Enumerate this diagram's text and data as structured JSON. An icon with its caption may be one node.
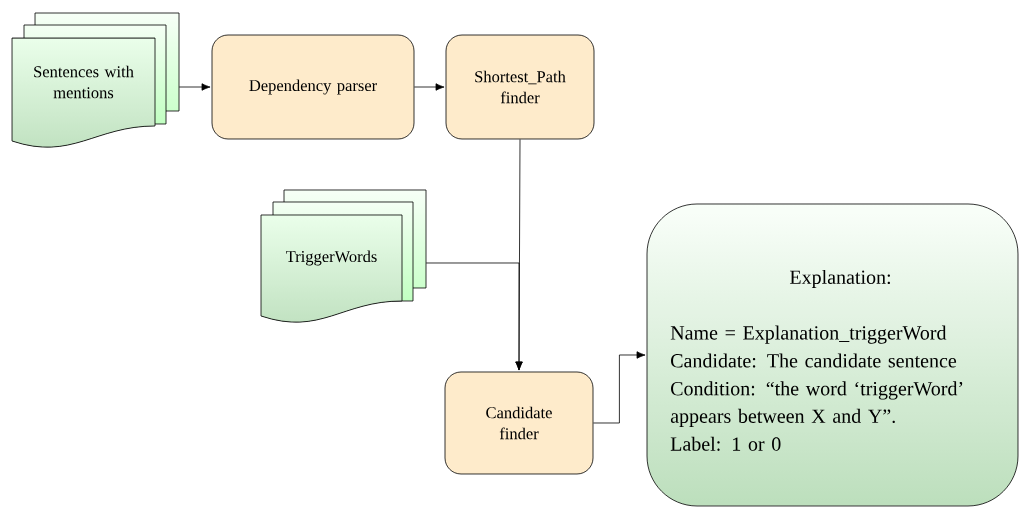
{
  "diagram": {
    "nodes": [
      {
        "text": [
          "Sentences with mentions"
        ]
      },
      {
        "text": [
          "Dependency parser"
        ]
      },
      {
        "text": [
          "Shortest_Path finder"
        ]
      },
      {
        "text": [
          "TriggerWords"
        ]
      },
      {
        "text": [
          "Candidate finder"
        ]
      },
      {
        "text": [
          "Explanation:",
          "Name = Explanation_triggerWord",
          "Candidate: The candidate sentence",
          "Condition: “the word ‘triggerWord’ appears between X and Y”.",
          "Label: 1 or 0"
        ]
      }
    ],
    "edges": [
      {
        "from": 0,
        "to": 1,
        "arrow": "to"
      },
      {
        "from": 1,
        "to": 2,
        "arrow": "to"
      },
      {
        "from": 2,
        "to": 4,
        "arrow": "to"
      },
      {
        "from": 3,
        "to": 4,
        "arrow": "to"
      },
      {
        "from": 4,
        "to": 5,
        "arrow": "to"
      }
    ]
  }
}
